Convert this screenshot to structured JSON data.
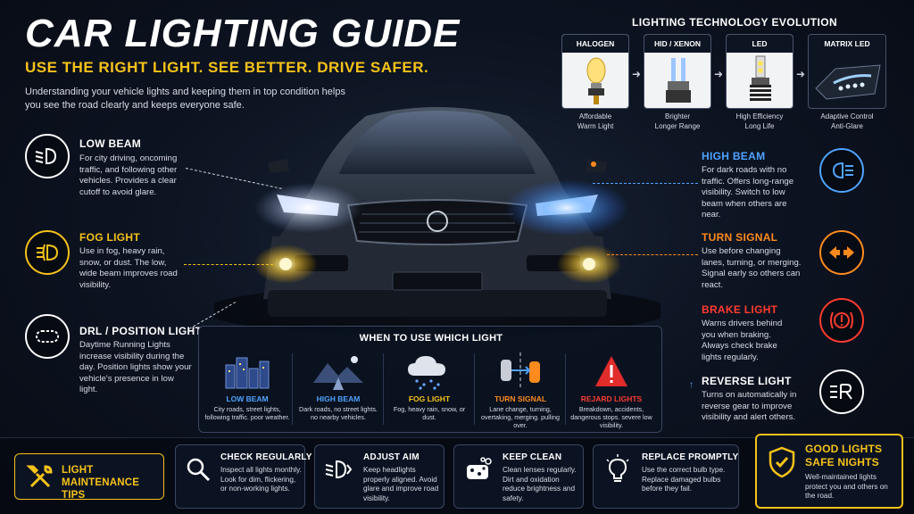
{
  "header": {
    "title": "CAR LIGHTING GUIDE",
    "tagline": "USE THE RIGHT LIGHT. SEE BETTER. DRIVE SAFER.",
    "intro": "Understanding your vehicle lights and keeping them in top condition helps you see the road clearly and keeps everyone safe."
  },
  "colors": {
    "accent_yellow": "#f6c21a",
    "high_beam_blue": "#4fa3ff",
    "turn_orange": "#ff8a1e",
    "brake_red": "#ff3b30",
    "background": "#0a0f1a"
  },
  "lights": {
    "low_beam": {
      "title": "LOW BEAM",
      "desc": "For city driving, oncoming traffic, and following other vehicles. Provides a clear cutoff to avoid glare.",
      "icon": "low-beam-icon"
    },
    "fog_light": {
      "title": "FOG LIGHT",
      "desc": "Use in fog, heavy rain, snow, or dust. The low, wide beam improves road visibility.",
      "icon": "fog-light-icon"
    },
    "drl": {
      "title": "DRL / POSITION LIGHT",
      "desc": "Daytime Running Lights increase visibility during the day. Position lights show your vehicle's presence in low light.",
      "icon": "drl-icon"
    },
    "high_beam": {
      "title": "HIGH BEAM",
      "desc": "For dark roads with no traffic. Offers long-range visibility. Switch to low beam when others are near.",
      "icon": "high-beam-icon"
    },
    "turn_signal": {
      "title": "TURN SIGNAL",
      "desc": "Use before changing lanes, turning, or merging. Signal early so others can react.",
      "icon": "turn-signal-icon"
    },
    "brake_light": {
      "title": "BRAKE LIGHT",
      "desc": "Warns drivers behind you when braking. Always check brake lights regularly.",
      "icon": "brake-light-icon"
    },
    "reverse_light": {
      "title": "REVERSE LIGHT",
      "desc": "Turns on automatically in reverse gear to improve visibility and alert others.",
      "icon": "reverse-light-icon"
    }
  },
  "evolution": {
    "heading": "LIGHTING TECHNOLOGY EVOLUTION",
    "items": [
      {
        "label": "HALOGEN",
        "sub": "Affordable\nWarm Light",
        "icon": "halogen-bulb-icon"
      },
      {
        "label": "HID / XENON",
        "sub": "Brighter\nLonger Range",
        "icon": "xenon-bulb-icon"
      },
      {
        "label": "LED",
        "sub": "High Efficiency\nLong Life",
        "icon": "led-bulb-icon"
      },
      {
        "label": "MATRIX LED",
        "sub": "Adaptive Control\nAnti-Glare",
        "icon": "matrix-led-headlight-icon"
      }
    ]
  },
  "when": {
    "heading": "WHEN TO USE WHICH LIGHT",
    "items": [
      {
        "title": "LOW BEAM",
        "desc": "City roads, street lights, following traffic. poor weather.",
        "icon": "city-icon"
      },
      {
        "title": "HIGH BEAM",
        "desc": "Dark roads, no street lights. no nearby vehicles.",
        "icon": "dark-road-icon"
      },
      {
        "title": "FOG LIGHT",
        "desc": "Fog, heavy rain, snow, or dust.",
        "icon": "rain-cloud-icon"
      },
      {
        "title": "TURN SIGNAL",
        "desc": "Lane change, turning, overtaking, merging. pulling over.",
        "icon": "lane-change-icon"
      },
      {
        "title": "REJARD LIGHTS",
        "desc": "Breakdown, accidents, dangerous stops. severe low visibility.",
        "icon": "hazard-triangle-icon"
      }
    ]
  },
  "maintenance": {
    "heading": "LIGHT MAINTENANCE TIPS",
    "tips": [
      {
        "title": "CHECK REGULARLY",
        "desc": "Inspect all lights monthly. Look for dim, flickering, or non-working lights.",
        "icon": "magnifier-icon"
      },
      {
        "title": "ADJUST AIM",
        "desc": "Keep headlights properly aligned. Avoid glare and improve road visibility.",
        "icon": "headlight-aim-icon"
      },
      {
        "title": "KEEP CLEAN",
        "desc": "Clean lenses regularly. Dirt and oxidation reduce brightness and safety.",
        "icon": "sponge-icon"
      },
      {
        "title": "REPLACE PROMPTLY",
        "desc": "Use the correct bulb type. Replace damaged bulbs before they fail.",
        "icon": "bulb-icon"
      }
    ],
    "good": {
      "title": "GOOD LIGHTS SAFE NIGHTS",
      "desc": "Well-maintained lights protect you and others on the road.",
      "icon": "shield-check-icon"
    }
  }
}
